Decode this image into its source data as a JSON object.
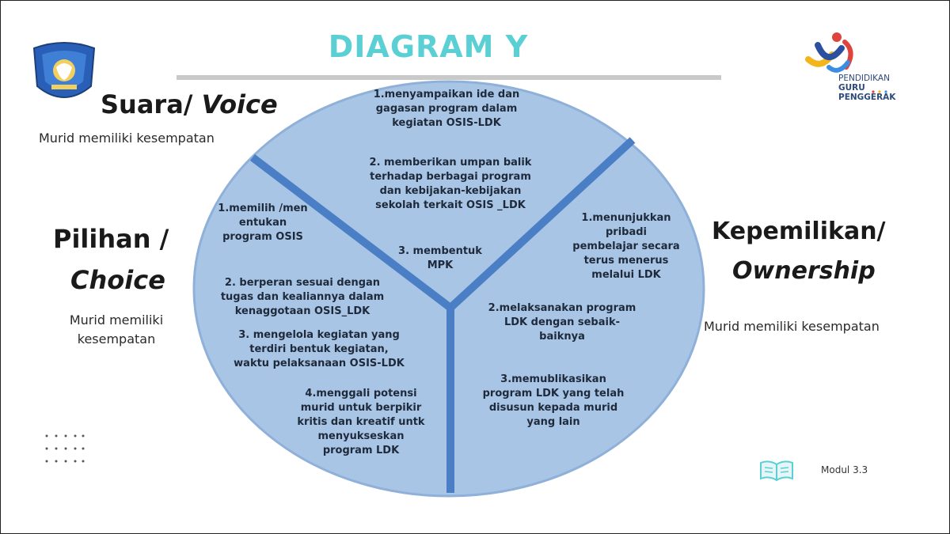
{
  "title": "DIAGRAM Y",
  "logo_right": {
    "line1": "PENDIDIKAN",
    "line2": "GURU",
    "line3": "PENGGERAK"
  },
  "voice": {
    "heading_main": "Suara/ ",
    "heading_italic": "Voice",
    "subtitle": "Murid memiliki kesempatan"
  },
  "choice": {
    "heading_line1": "Pilihan /",
    "heading_line2": "Choice",
    "subtitle": "Murid memiliki\nkesempatan"
  },
  "ownership": {
    "heading_line1": "Kepemilikan/",
    "heading_line2": "Ownership",
    "subtitle": "Murid memiliki kesempatan"
  },
  "segments": {
    "voice": [
      "1.menyampaikan ide dan\ngagasan program dalam\nkegiatan OSIS-LDK",
      "2. memberikan umpan balik\nterhadap berbagai program\ndan kebijakan-kebijakan\nsekolah terkait OSIS _LDK",
      "3. membentuk\nMPK"
    ],
    "choice": [
      "1.memilih /men\nentukan\nprogram OSIS",
      "2. berperan sesuai dengan\ntugas dan kealiannya dalam\nkenaggotaan OSIS_LDK",
      "3. mengelola kegiatan yang\nterdiri bentuk kegiatan,\nwaktu pelaksanaan OSIS-LDK",
      "4.menggali potensi\nmurid untuk berpikir\nkritis dan kreatif untk\nmenyukseskan\nprogram LDK"
    ],
    "ownership": [
      "1.menunjukkan\npribadi\npembelajar secara\nterus menerus\nmelalui LDK",
      "2.melaksanakan program\nLDK dengan sebaik-\nbaiknya",
      "3.memublikasikan\nprogram LDK yang telah\ndisusun  kepada murid\nyang lain"
    ]
  },
  "footer": {
    "modul_label": "Modul 3.3"
  },
  "colors": {
    "title": "#5ad0d4",
    "ellipse_fill": "#a9c5e6",
    "ellipse_stroke": "#8fb0d8",
    "divider": "#4a7fc6"
  }
}
